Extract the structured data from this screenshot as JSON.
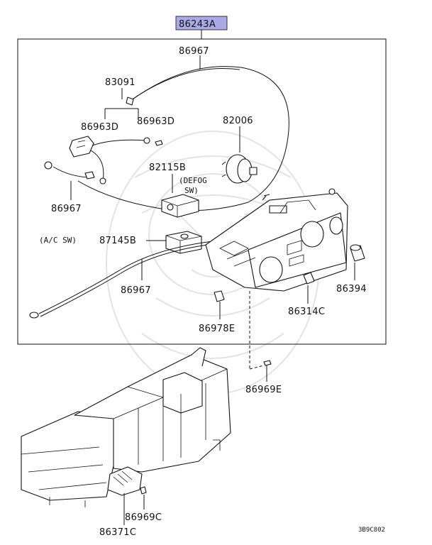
{
  "assembly": {
    "part_number": "86243A",
    "highlight_color": "#a9a9e6"
  },
  "parts": [
    {
      "number": "86967"
    },
    {
      "number": "83091"
    },
    {
      "number": "86963D"
    },
    {
      "number": "86963D"
    },
    {
      "number": "82006"
    },
    {
      "number": "82115B"
    },
    {
      "number": "86967"
    },
    {
      "number": "87145B"
    },
    {
      "number": "86967"
    },
    {
      "number": "86394"
    },
    {
      "number": "86314C"
    },
    {
      "number": "86978E"
    },
    {
      "number": "86969E"
    },
    {
      "number": "86969C"
    },
    {
      "number": "86371C"
    }
  ],
  "notes": {
    "defog_line1": "(DEFOG",
    "defog_line2": "SW)",
    "ac_sw": "(A/C SW)"
  },
  "diagram_code": "3B9C802"
}
